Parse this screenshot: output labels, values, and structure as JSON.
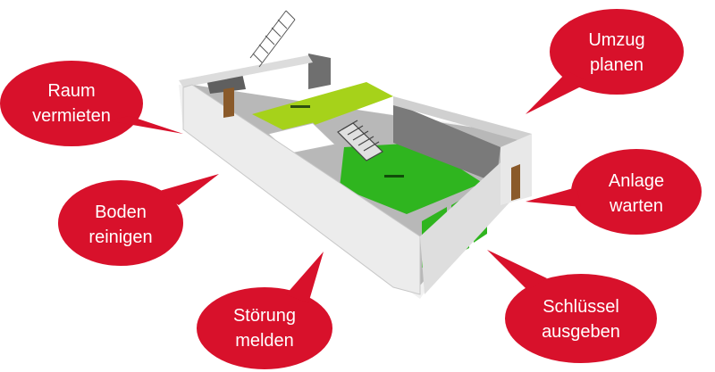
{
  "colors": {
    "bubble": "#d8112b",
    "bubble_text": "#ffffff",
    "wall": "#e6e6e6",
    "wall_dark": "#7a7a7a",
    "floor_lime": "#a6d21a",
    "floor_green": "#2fb51f",
    "floor_gray": "#9a9a9a",
    "door_wood": "#8a5a2a"
  },
  "bubbles": [
    {
      "id": "raum-vermieten",
      "lines": [
        "Raum",
        "vermieten"
      ]
    },
    {
      "id": "boden-reinigen",
      "lines": [
        "Boden",
        "reinigen"
      ]
    },
    {
      "id": "stoerung-melden",
      "lines": [
        "Störung",
        "melden"
      ]
    },
    {
      "id": "umzug-planen",
      "lines": [
        "Umzug",
        "planen"
      ]
    },
    {
      "id": "anlage-warten",
      "lines": [
        "Anlage",
        "warten"
      ]
    },
    {
      "id": "schluessel-ausgeben",
      "lines": [
        "Schlüssel",
        "ausgeben"
      ]
    }
  ]
}
